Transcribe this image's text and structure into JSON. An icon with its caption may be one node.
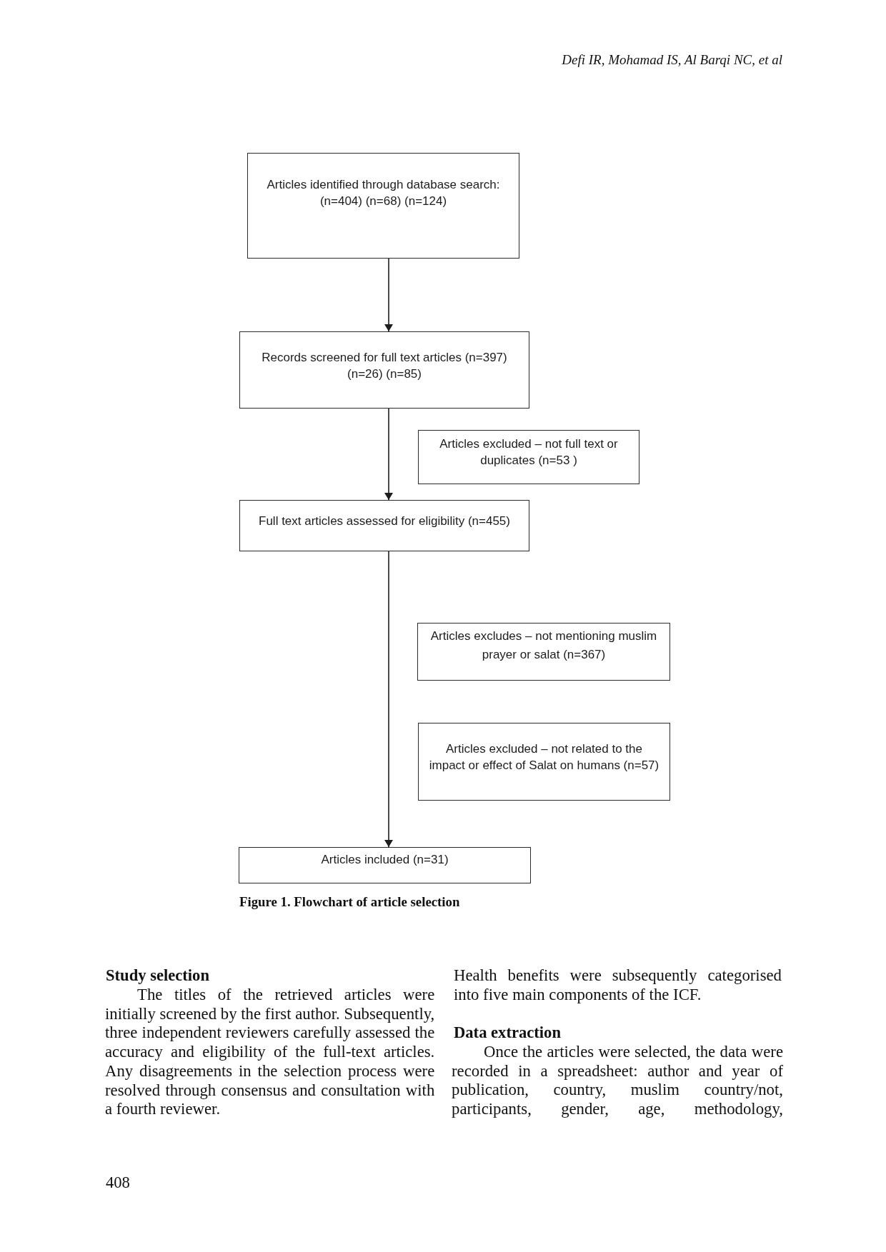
{
  "diagram": {
    "caption": "Figure 1. Flowchart of article selection",
    "nodes": [
      {
        "text": [
          "Articles identified through database search: (n=404) (n=68) (n=124)"
        ]
      },
      {
        "text": [
          "Records screened for full text articles (n=397) (n=26) (n=85)"
        ]
      },
      {
        "text": [
          "Articles excluded – not full text or duplicates (n=53 )"
        ]
      },
      {
        "text": [
          "Full text articles assessed for eligibility (n=455)"
        ]
      },
      {
        "text": [
          "Articles excludes – not mentioning muslim prayer or salat (n=367)"
        ]
      },
      {
        "text": [
          "Articles excluded – not related to the impact or effect of Salat on humans (n=57)"
        ]
      },
      {
        "text": [
          "Articles included (n=31)"
        ]
      }
    ],
    "edges": [
      {
        "from": 0,
        "to": 1,
        "arrow": "to"
      },
      {
        "from": 1,
        "to": 3,
        "arrow": "to"
      },
      {
        "from": 3,
        "to": 6,
        "arrow": "to"
      }
    ],
    "labels": [
      "Defi IR, Mohamad IS, Al Barqi NC, et al",
      "Study selection",
      "The titles of the retrieved articles were initially screened by the first author. Subsequently, three independent reviewers carefully assessed the accuracy and eligibility of the full-text articles. Any disagreements in the selection process were resolved through consensus and consultation with a fourth reviewer.",
      "Health benefits were subsequently categorised into five main components of the ICF.",
      "Data extraction",
      "Once the articles were selected, the data were recorded in a spreadsheet: author and year of publication, country, muslim country/not, participants, gender, age, methodology,",
      "408"
    ]
  }
}
